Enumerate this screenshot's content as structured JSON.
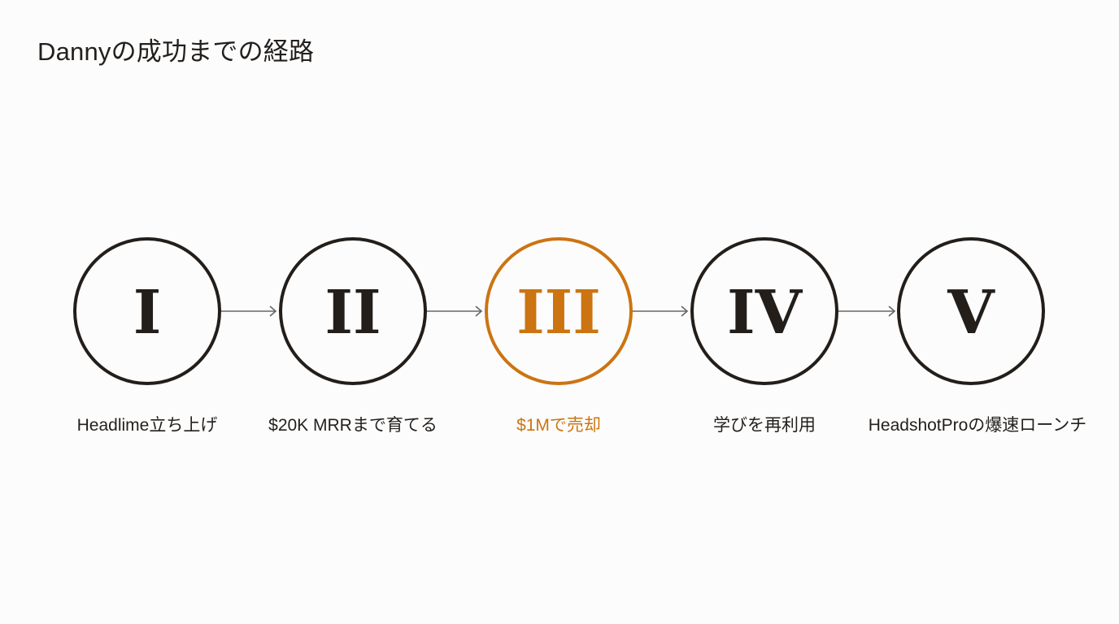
{
  "title": "Dannyの成功までの経路",
  "colors": {
    "default": "#231e1a",
    "active": "#cc7411",
    "arrow": "#666666"
  },
  "steps": [
    {
      "numeral": "I",
      "label": "Headlime立ち上げ",
      "active": false
    },
    {
      "numeral": "II",
      "label": "$20K MRRまで育てる",
      "active": false
    },
    {
      "numeral": "III",
      "label": "$1Mで売却",
      "active": true
    },
    {
      "numeral": "IV",
      "label": "学びを再利用",
      "active": false
    },
    {
      "numeral": "V",
      "label": "HeadshotProの爆速ローンチ",
      "active": false
    }
  ]
}
